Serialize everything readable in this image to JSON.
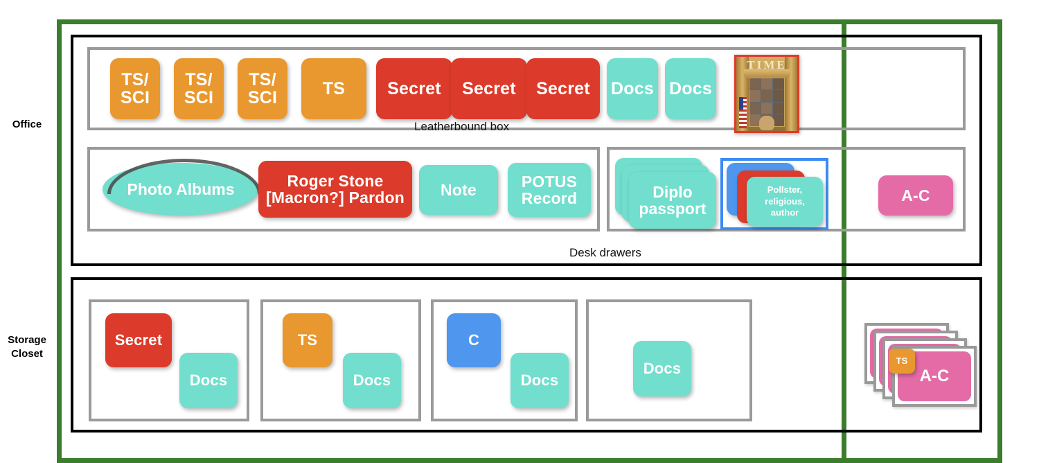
{
  "diagram": {
    "title": "Mar-a-Lago document storage locations diagram",
    "colors": {
      "green_frame": "#3a7d2c",
      "room_border": "#000000",
      "container_border": "#9a9a9a",
      "ts_sci_orange": "#E8982F",
      "secret_red": "#DC3A2A",
      "docs_teal": "#72DECD",
      "confidential_blue": "#4E96EE",
      "folder_pink": "#E56BA7",
      "highlight_blue_outline": "#3D8BF2"
    }
  },
  "rooms": {
    "office": {
      "label": "Office"
    },
    "storage": {
      "label": "Storage\nCloset"
    }
  },
  "office": {
    "leatherbound": {
      "caption": "Leatherbound box",
      "items": [
        {
          "id": "lb1",
          "label": "TS/\nSCI",
          "kind": "ts-sci"
        },
        {
          "id": "lb2",
          "label": "TS/\nSCI",
          "kind": "ts-sci"
        },
        {
          "id": "lb3",
          "label": "TS/\nSCI",
          "kind": "ts-sci"
        },
        {
          "id": "lb4",
          "label": "TS",
          "kind": "ts"
        },
        {
          "id": "lb5",
          "label": "Secret",
          "kind": "secret"
        },
        {
          "id": "lb6",
          "label": "Secret",
          "kind": "secret"
        },
        {
          "id": "lb7",
          "label": "Secret",
          "kind": "secret"
        },
        {
          "id": "lb8",
          "label": "Docs",
          "kind": "docs"
        },
        {
          "id": "lb9",
          "label": "Docs",
          "kind": "docs"
        }
      ],
      "magazine": {
        "masthead": "TIME",
        "name": "time-magazine-cover"
      }
    },
    "desk_drawers": {
      "caption": "Desk drawers",
      "left_items": [
        {
          "id": "photo",
          "label": "Photo Albums",
          "kind": "photo-albums"
        },
        {
          "id": "stone",
          "label": "Roger Stone\n[Macron?] Pardon",
          "kind": "secret"
        },
        {
          "id": "note",
          "label": "Note",
          "kind": "docs"
        },
        {
          "id": "potus",
          "label": "POTUS\nRecord",
          "kind": "docs"
        }
      ],
      "right_items": [
        {
          "id": "diplo",
          "label": "Diplo\npassport",
          "kind": "docs-stack"
        },
        {
          "id": "pollster",
          "label": "Pollster,\nreligious,\nauthor",
          "kind": "mixed-stack"
        }
      ]
    },
    "outer_folder": {
      "label": "A-C",
      "kind": "folder"
    }
  },
  "storage": {
    "cabinets": [
      {
        "id": "cab1",
        "items": [
          {
            "label": "Secret",
            "kind": "secret"
          },
          {
            "label": "Docs",
            "kind": "docs"
          }
        ]
      },
      {
        "id": "cab2",
        "items": [
          {
            "label": "TS",
            "kind": "ts"
          },
          {
            "label": "Docs",
            "kind": "docs"
          }
        ]
      },
      {
        "id": "cab3",
        "items": [
          {
            "label": "C",
            "kind": "confidential"
          },
          {
            "label": "Docs",
            "kind": "docs"
          }
        ]
      },
      {
        "id": "cab4",
        "items": [
          {
            "label": "Docs",
            "kind": "docs"
          }
        ]
      }
    ],
    "folder_stack": {
      "label": "A-C",
      "badge": "TS",
      "count": 4
    }
  }
}
